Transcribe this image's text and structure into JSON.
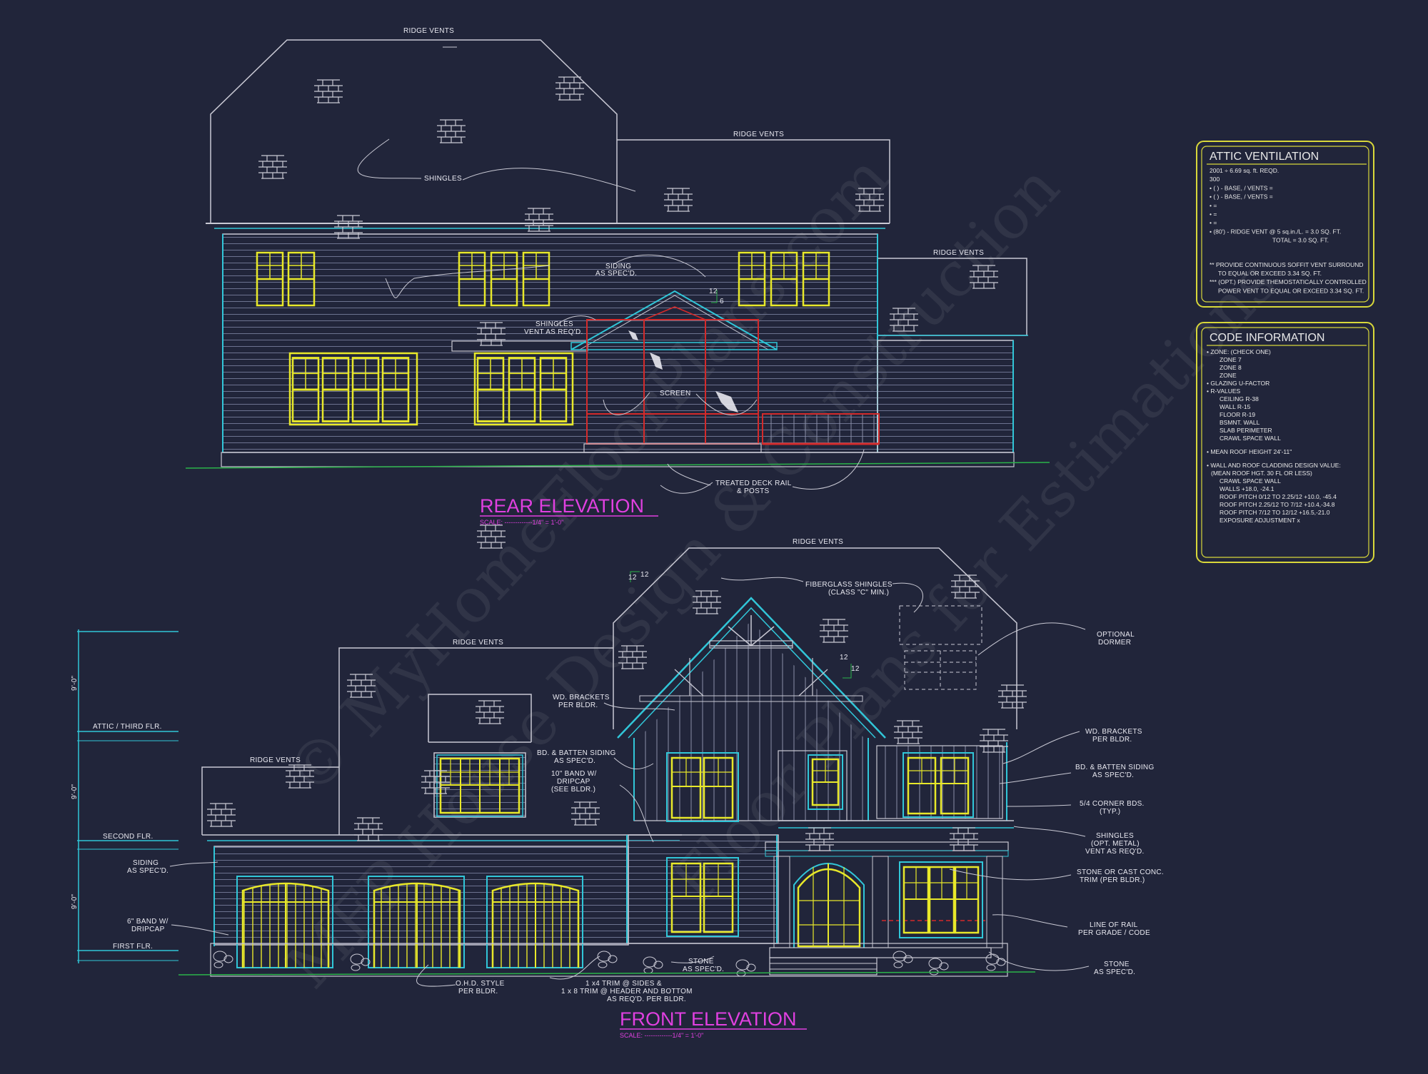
{
  "colors": {
    "background": "#21253a",
    "outline": "#c9c9d4",
    "cyan": "#31c6d8",
    "window": "#e8e82a",
    "red": "#d42a2a",
    "green": "#2bb34a",
    "magenta": "#e040e0",
    "panel_border": "#d8d83a"
  },
  "rear_elevation": {
    "title": "REAR ELEVATION",
    "scale": "SCALE: -------------1/4\" = 1'-0\"",
    "labels": {
      "ridge_vents_top": "RIDGE VENTS",
      "ridge_vents_mid": "RIDGE VENTS",
      "ridge_vents_right": "RIDGE VENTS",
      "shingles": "SHINGLES",
      "siding_line1": "SIDING",
      "siding_line2": "AS SPEC'D.",
      "shingles_vent_line1": "SHINGLES",
      "shingles_vent_line2": "VENT AS REQ'D.",
      "screen": "SCREEN",
      "deck_line1": "TREATED DECK RAIL",
      "deck_line2": "& POSTS",
      "pitch": "12",
      "pitch_rise": "6"
    }
  },
  "front_elevation": {
    "title": "FRONT ELEVATION",
    "scale": "SCALE: -------------1/4\" = 1'-0\"",
    "labels": {
      "ridge_vents_top": "RIDGE VENTS",
      "ridge_vents_mid": "RIDGE VENTS",
      "ridge_vents_left": "RIDGE VENTS",
      "fiberglass_line1": "FIBERGLASS SHINGLES",
      "fiberglass_line2": "(CLASS \"C\" MIN.)",
      "optional_line1": "OPTIONAL",
      "optional_line2": "DORMER",
      "wd_brackets_left_line1": "WD. BRACKETS",
      "wd_brackets_left_line2": "PER BLDR.",
      "bd_batten_left_line1": "BD. & BATTEN SIDING",
      "bd_batten_left_line2": "AS SPEC'D.",
      "band_line1": "10\" BAND W/",
      "band_line2": "DRIPCAP",
      "band_line3": "(SEE BLDR.)",
      "wd_brackets_right_line1": "WD. BRACKETS",
      "wd_brackets_right_line2": "PER BLDR.",
      "bd_batten_right_line1": "BD. & BATTEN SIDING",
      "bd_batten_right_line2": "AS SPEC'D.",
      "corner_line1": "5/4 CORNER BDS.",
      "corner_line2": "(TYP.)",
      "shingles_line1": "SHINGLES",
      "shingles_line2": "(OPT. METAL)",
      "shingles_line3": "VENT AS REQ'D.",
      "stone_trim_line1": "STONE OR CAST CONC.",
      "stone_trim_line2": "TRIM (PER BLDR.)",
      "rail_line1": "LINE OF RAIL",
      "rail_line2": "PER GRADE / CODE",
      "stone_right_line1": "STONE",
      "stone_right_line2": "AS SPEC'D.",
      "siding_line1": "SIDING",
      "siding_line2": "AS SPEC'D.",
      "band6_line1": "6\" BAND W/",
      "band6_line2": "DRIPCAP",
      "ohd_line1": "O.H.D. STYLE",
      "ohd_line2": "PER BLDR.",
      "stone_mid_line1": "STONE",
      "stone_mid_line2": "AS SPEC'D.",
      "trim_line1": "1 x4 TRIM @ SIDES &",
      "trim_line2": "1 x 8 TRIM @ HEADER AND BOTTOM",
      "trim_line3": "AS REQ'D. PER BLDR.",
      "attic_flr": "ATTIC / THIRD FLR.",
      "second_flr": "SECOND FLR.",
      "first_flr": "FIRST FLR.",
      "dim1": "9'-0\"",
      "dim2": "9'-0\"",
      "dim3": "9'-0\"",
      "pitch_a": "12",
      "pitch_b": "12",
      "pitch_c": "12",
      "pitch_d": "12"
    }
  },
  "attic_ventilation": {
    "title": "ATTIC VENTILATION",
    "lines": [
      "2001 ÷ 6.69 sq. ft. REQD.",
      "300",
      "• (    ) -         BASE,    /    VENTS   =",
      "• (    ) -         BASE,    /    VENTS   =",
      "•                                                  =",
      "•                                                  =",
      "•                                                  =",
      "• (80') - RIDGE VENT @ 5 sq.in./L. = 3.0 SQ. FT.",
      "TOTAL      = 3.0 SQ. FT.",
      "** PROVIDE CONTINUOUS SOFFIT VENT SURROUND",
      "TO EQUAL OR EXCEED  3.34 SQ. FT.",
      "*** (OPT.) PROVIDE THEMOSTATICALLY CONTROLLED",
      "POWER VENT TO EQUAL OR EXCEED  3.34 SQ. FT."
    ]
  },
  "code_information": {
    "title": "CODE INFORMATION",
    "lines": [
      "• ZONE: (CHECK ONE)",
      "ZONE 7",
      "ZONE 8",
      "ZONE",
      "• GLAZING U-FACTOR",
      "• R-VALUES",
      "CEILING                    R-38",
      "WALL                         R-15",
      "FLOOR                      R-19",
      "BSMNT. WALL",
      "SLAB PERIMETER",
      "CRAWL SPACE WALL",
      "• MEAN ROOF HEIGHT  24'-11\"",
      "• WALL AND ROOF CLADDING DESIGN VALUE:",
      "(MEAN ROOF HGT. 30 FL OR LESS)",
      "CRAWL SPACE WALL",
      "WALLS                                +18.0, -24.1",
      "ROOF PITCH 0/12 TO 2.25/12   +10.0, -45.4",
      "ROOF PITCH 2.25/12 TO 7/12   +10.4,-34.8",
      "ROOF PITCH 7/12 TO 12/12     +16.5,-21.0",
      "EXPOSURE ADJUSTMENT          x"
    ]
  },
  "watermark": {
    "line1": "© MyHomeFloorPlans.com",
    "line2": "MFP House Design & Construction",
    "line3": "Floor Plans for Estimations"
  }
}
